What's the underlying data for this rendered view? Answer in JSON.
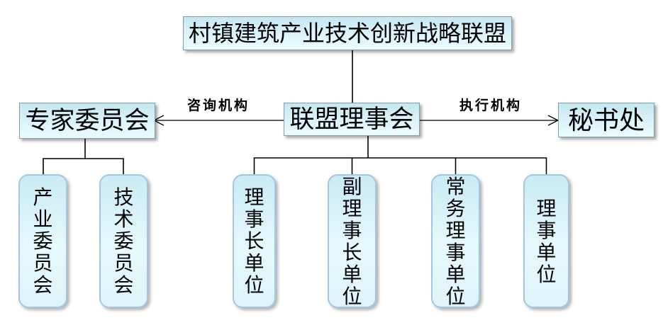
{
  "diagram": {
    "title_box": "村镇建筑产业技术创新战略联盟",
    "council_box": "联盟理事会",
    "expert_box": "专家委员会",
    "secretariat_box": "秘书处",
    "advisory_label": "咨询机构",
    "executive_label": "执行机构",
    "expert_children": [
      {
        "label": "产业委员会"
      },
      {
        "label": "技术委员会"
      }
    ],
    "council_children": [
      {
        "label": "理事长单位"
      },
      {
        "label": "副理事长单位"
      },
      {
        "label": "常务理事单位"
      },
      {
        "label": "理事单位"
      }
    ],
    "colors": {
      "box_fill_top": "#c3e7f0",
      "box_fill_bottom": "#eafbfd",
      "rect_box_border": "#849dae",
      "rounded_box_border": "#a5c6e3",
      "connector_line": "#000000",
      "text": "#000000",
      "background": "#ffffff"
    }
  }
}
